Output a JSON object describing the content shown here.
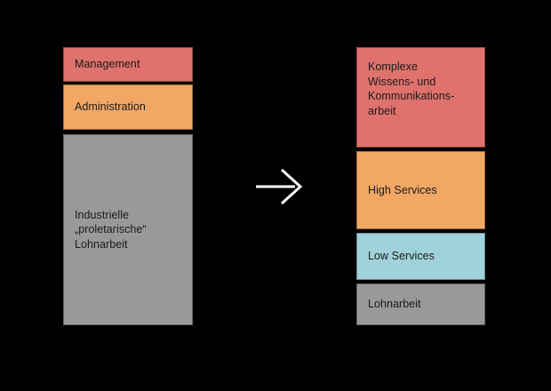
{
  "diagram": {
    "background_color": "#000000",
    "text_color": "#1a1a1a",
    "arrow_color": "#ffffff",
    "arrow_icon": "arrow-right-icon",
    "palette": {
      "red": "#df726d",
      "orange": "#f2a764",
      "cyan": "#a0d2dc",
      "gray": "#999999"
    },
    "left_column": {
      "name": "traditional-work-structure",
      "blocks": [
        {
          "id": "management",
          "label": "Management",
          "color": "#df726d"
        },
        {
          "id": "administration",
          "label": "Administration",
          "color": "#f2a764"
        },
        {
          "id": "lohnarbeit-left",
          "label": "Industrielle\n„proletarische“\nLohnarbeit",
          "color": "#999999"
        }
      ]
    },
    "right_column": {
      "name": "modern-work-structure",
      "blocks": [
        {
          "id": "wissensarbeit",
          "label": "Komplexe\nWissens- und\nKommunikations-\narbeit",
          "color": "#df726d"
        },
        {
          "id": "high-services",
          "label": "High Services",
          "color": "#f2a764"
        },
        {
          "id": "low-services",
          "label": "Low Services",
          "color": "#a0d2dc"
        },
        {
          "id": "lohnarbeit-right",
          "label": "Lohnarbeit",
          "color": "#999999"
        }
      ]
    }
  }
}
